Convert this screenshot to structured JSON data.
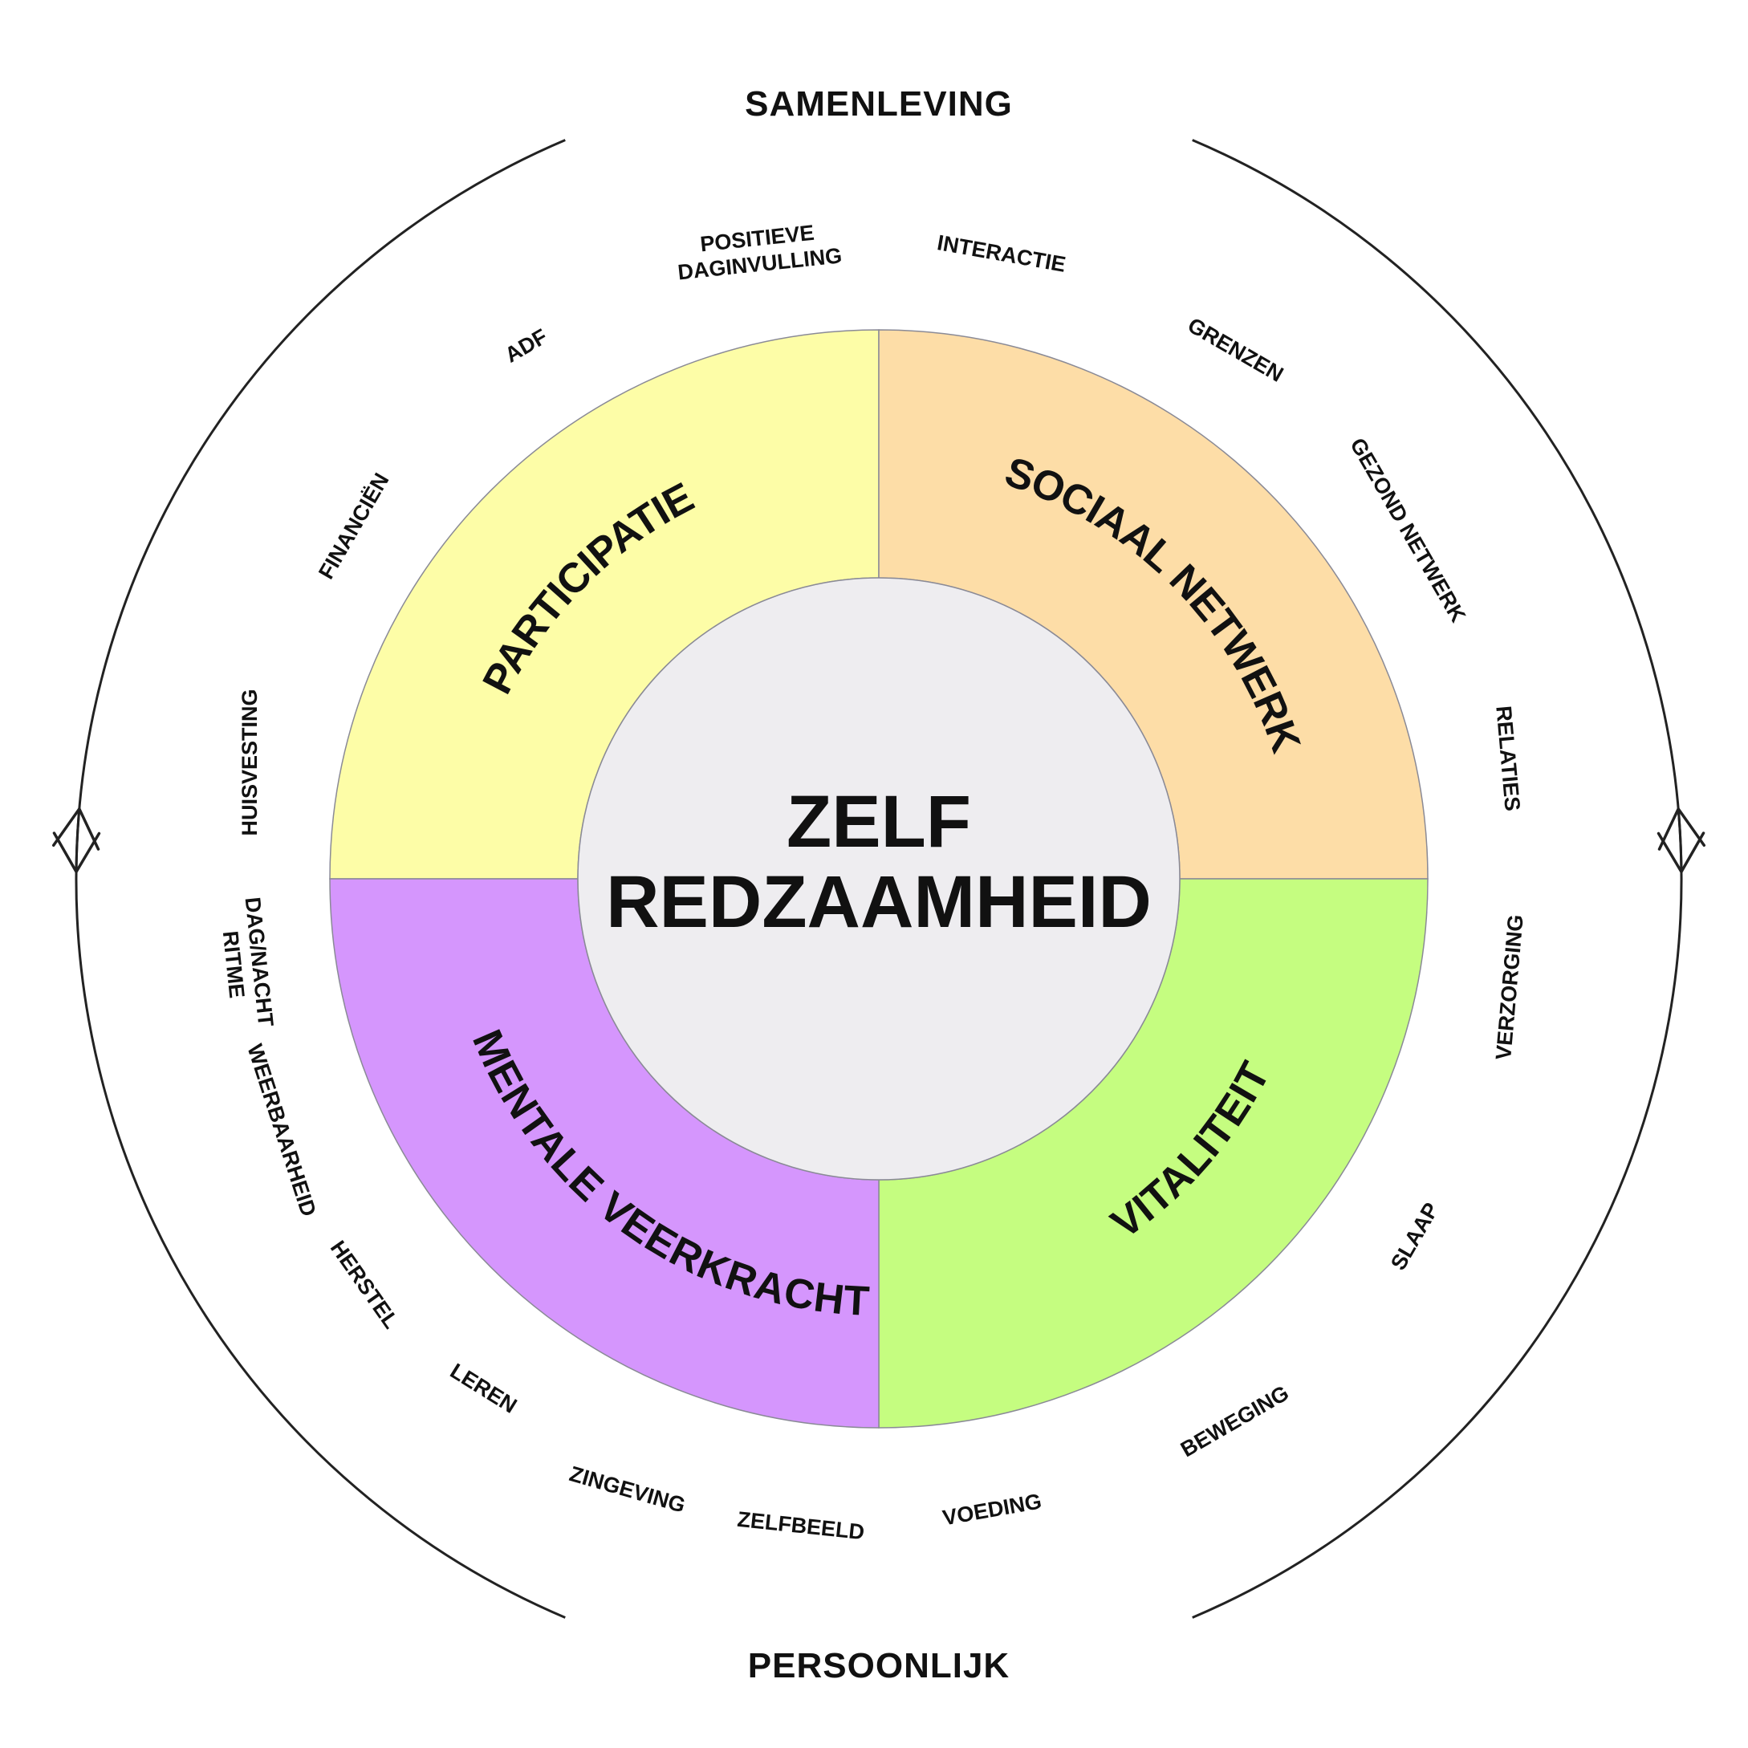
{
  "outer": {
    "top_label": "SAMENLEVING",
    "bottom_label": "PERSOONLIJK"
  },
  "core": {
    "line1": "ZELF",
    "line2": "REDZAAMHEID",
    "color": "#EEEDF0"
  },
  "quadrants": [
    {
      "id": "participatie",
      "label": "PARTICIPATIE",
      "color": "#FDFDA7"
    },
    {
      "id": "sociaal-netwerk",
      "label": "SOCIAAL NETWERK",
      "color": "#FDDDA7"
    },
    {
      "id": "vitaliteit",
      "label": "VITALITEIT",
      "color": "#C5FD80"
    },
    {
      "id": "mentale-veerkracht",
      "label": "MENTALE VEERKRACHT",
      "color": "#D596FD"
    }
  ],
  "items": [
    {
      "id": "huisvesting",
      "lines": [
        "HUISVESTING"
      ]
    },
    {
      "id": "financien",
      "lines": [
        "FINANCIËN"
      ]
    },
    {
      "id": "adf",
      "lines": [
        "ADF"
      ]
    },
    {
      "id": "positieve-daginvulling",
      "lines": [
        "POSITIEVE",
        "DAGINVULLING"
      ]
    },
    {
      "id": "interactie",
      "lines": [
        "INTERACTIE"
      ]
    },
    {
      "id": "grenzen",
      "lines": [
        "GRENZEN"
      ]
    },
    {
      "id": "gezond-netwerk",
      "lines": [
        "GEZOND NETWERK"
      ]
    },
    {
      "id": "relaties",
      "lines": [
        "RELATIES"
      ]
    },
    {
      "id": "verzorging",
      "lines": [
        "VERZORGING"
      ]
    },
    {
      "id": "slaap",
      "lines": [
        "SLAAP"
      ]
    },
    {
      "id": "beweging",
      "lines": [
        "BEWEGING"
      ]
    },
    {
      "id": "voeding",
      "lines": [
        "VOEDING"
      ]
    },
    {
      "id": "zelfbeeld",
      "lines": [
        "ZELFBEELD"
      ]
    },
    {
      "id": "zingeving",
      "lines": [
        "ZINGEVING"
      ]
    },
    {
      "id": "leren",
      "lines": [
        "LEREN"
      ]
    },
    {
      "id": "herstel",
      "lines": [
        "HERSTEL"
      ]
    },
    {
      "id": "weerbaarheid",
      "lines": [
        "WEERBAARHEID"
      ]
    },
    {
      "id": "dag-nacht-ritme",
      "lines": [
        "DAG/NACHT",
        "RITME"
      ]
    }
  ],
  "icons": {
    "arrowheads": [
      "arrow-down-left-icon",
      "arrow-down-right-icon",
      "arrow-up-left-icon",
      "arrow-up-right-icon"
    ]
  }
}
